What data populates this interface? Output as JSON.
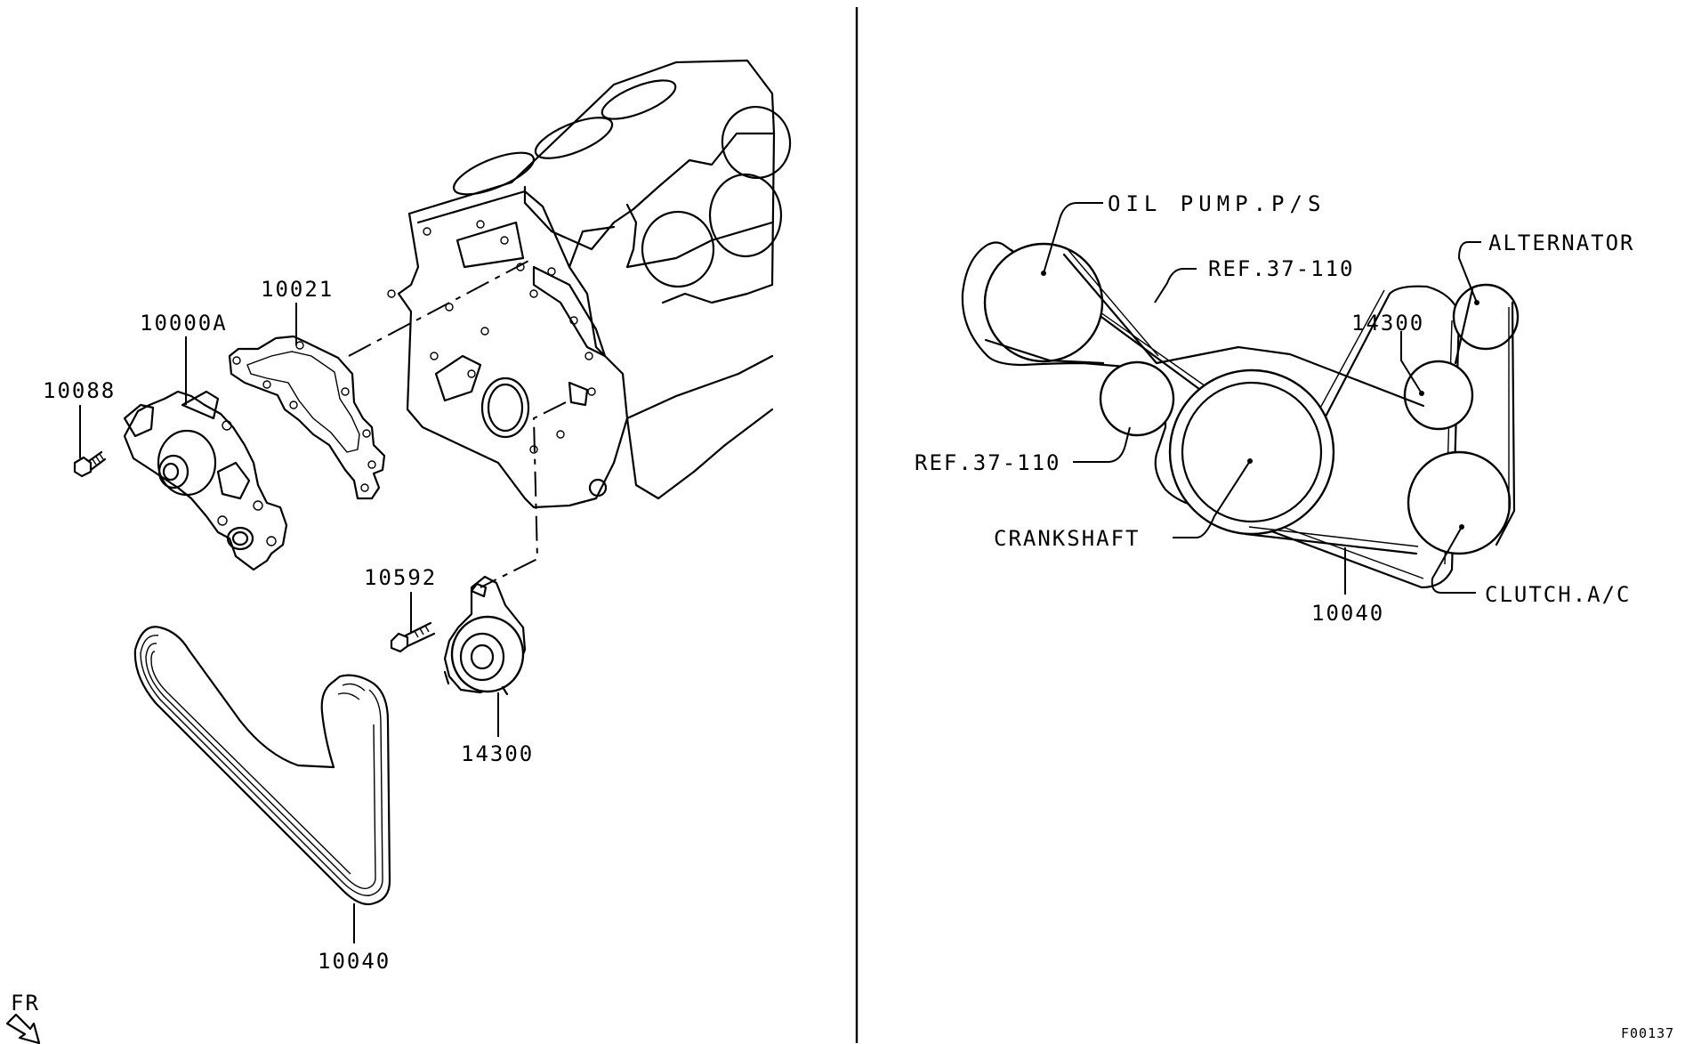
{
  "exploded_view": {
    "labels": {
      "gasket": "10021",
      "water_pump": "10000A",
      "pump_bolt": "10088",
      "tensioner_bolt": "10592",
      "tensioner": "14300",
      "belt": "10040"
    },
    "direction": "FR"
  },
  "belt_routing": {
    "oil_pump": "OIL PUMP.P/S",
    "ref_top": "REF.37-110",
    "alternator": "ALTERNATOR",
    "tensioner": "14300",
    "ref_left": "REF.37-110",
    "crankshaft": "CRANKSHAFT",
    "clutch": "CLUTCH.A/C",
    "belt": "10040"
  },
  "figure_code": "F00137"
}
